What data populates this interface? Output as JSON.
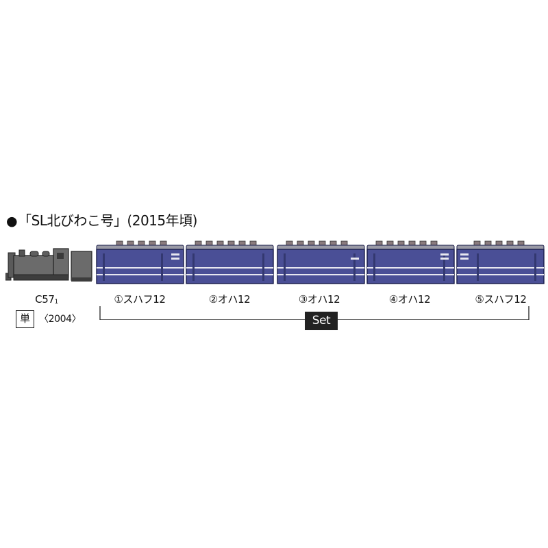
{
  "header": {
    "bullet": "●",
    "title": "「SL北びわこ号」(2015年頃)"
  },
  "locomotive": {
    "name": "C57",
    "number": "1",
    "single_mark": "単",
    "catalog_no": "〈2004〉"
  },
  "cars": [
    {
      "label": "①スハフ12"
    },
    {
      "label": "②オハ12"
    },
    {
      "label": "③オハ12"
    },
    {
      "label": "④オハ12"
    },
    {
      "label": "⑤スハフ12"
    }
  ],
  "set_label": "Set",
  "colors": {
    "car_body": "#4a4f96",
    "car_stripe": "#e8e8f0",
    "car_roof": "#8a7b7e",
    "car_outline": "#1a1d4a",
    "loco_body": "#6b6b6b",
    "loco_outline": "#222222"
  }
}
